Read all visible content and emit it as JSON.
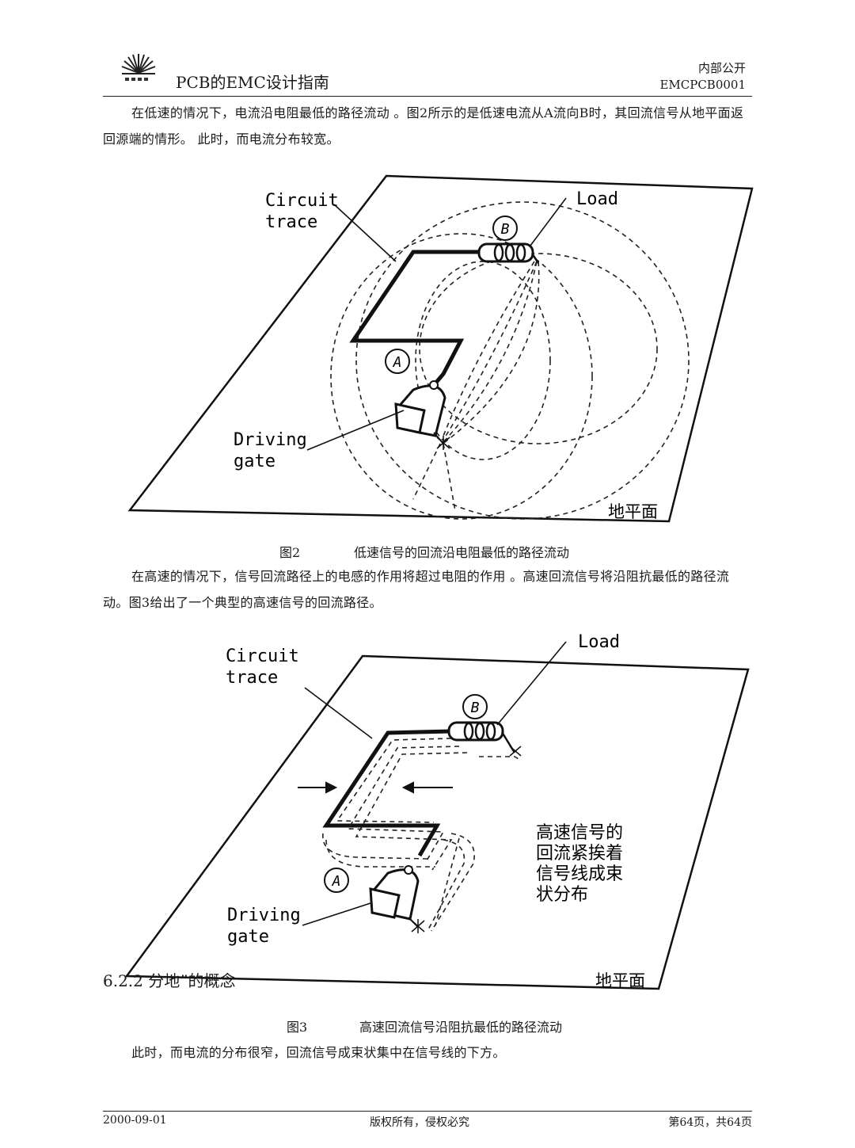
{
  "header": {
    "title": "PCB的EMC设计指南",
    "classification": "内部公开",
    "doc_code": "EMCPCB0001"
  },
  "paragraphs": {
    "p1": "在低速的情况下，电流沿电阻最低的路径流动 。图2所示的是低速电流从A流向B时，其回流信号从地平面返回源端的情形。 此时，而电流分布较宽。",
    "p2": "在高速的情况下，信号回流路径上的电感的作用将超过电阻的作用 。高速回流信号将沿阻抗最低的路径流动。图3给出了一个典型的高速信号的回流路径。",
    "p3": "此时，而电流的分布很窄，回流信号成束状集中在信号线的下方。"
  },
  "figure2": {
    "circuit_trace_line1": "Circuit",
    "circuit_trace_line2": "trace",
    "load": "Load",
    "point_b": "B",
    "point_a": "A",
    "driving_gate_line1": "Driving",
    "driving_gate_line2": "gate",
    "ground_plane": "地平面",
    "caption_number": "图2",
    "caption_text": "低速信号的回流沿电阻最低的路径流动"
  },
  "figure3": {
    "circuit_trace_line1": "Circuit",
    "circuit_trace_line2": "trace",
    "load": "Load",
    "point_b": "B",
    "point_a": "A",
    "driving_gate_line1": "Driving",
    "driving_gate_line2": "gate",
    "note_line1": "高速信号的",
    "note_line2": "回流紧挨着",
    "note_line3": "信号线成束",
    "note_line4": "状分布",
    "ground_plane": "地平面",
    "caption_number": "图3",
    "caption_text": "高速回流信号沿阻抗最低的路径流动"
  },
  "section": {
    "heading": "6.2.2 分地”的概念"
  },
  "footer": {
    "date": "2000-09-01",
    "copyright": "版权所有，侵权必究",
    "page": "第64页，共64页"
  }
}
